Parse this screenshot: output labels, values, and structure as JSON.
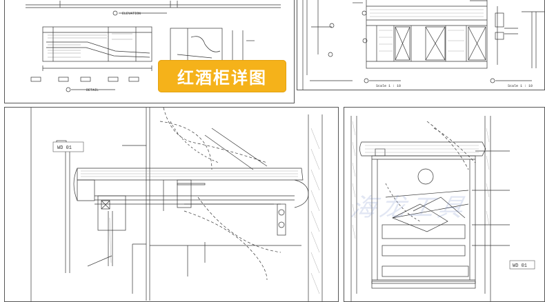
{
  "title_badge": "红酒柜详图",
  "watermark": "海龙工具",
  "top_left": {
    "elevation_label": "ELEVATION",
    "detail_label": "DETAIL"
  },
  "top_right": {
    "scale_label_1": "Scale 1 : 10",
    "scale_label_2": "Scale 1 : 10"
  },
  "bottom_left": {
    "tag_code": "WD 01"
  },
  "bottom_right": {
    "tag_code": "WD 01"
  }
}
